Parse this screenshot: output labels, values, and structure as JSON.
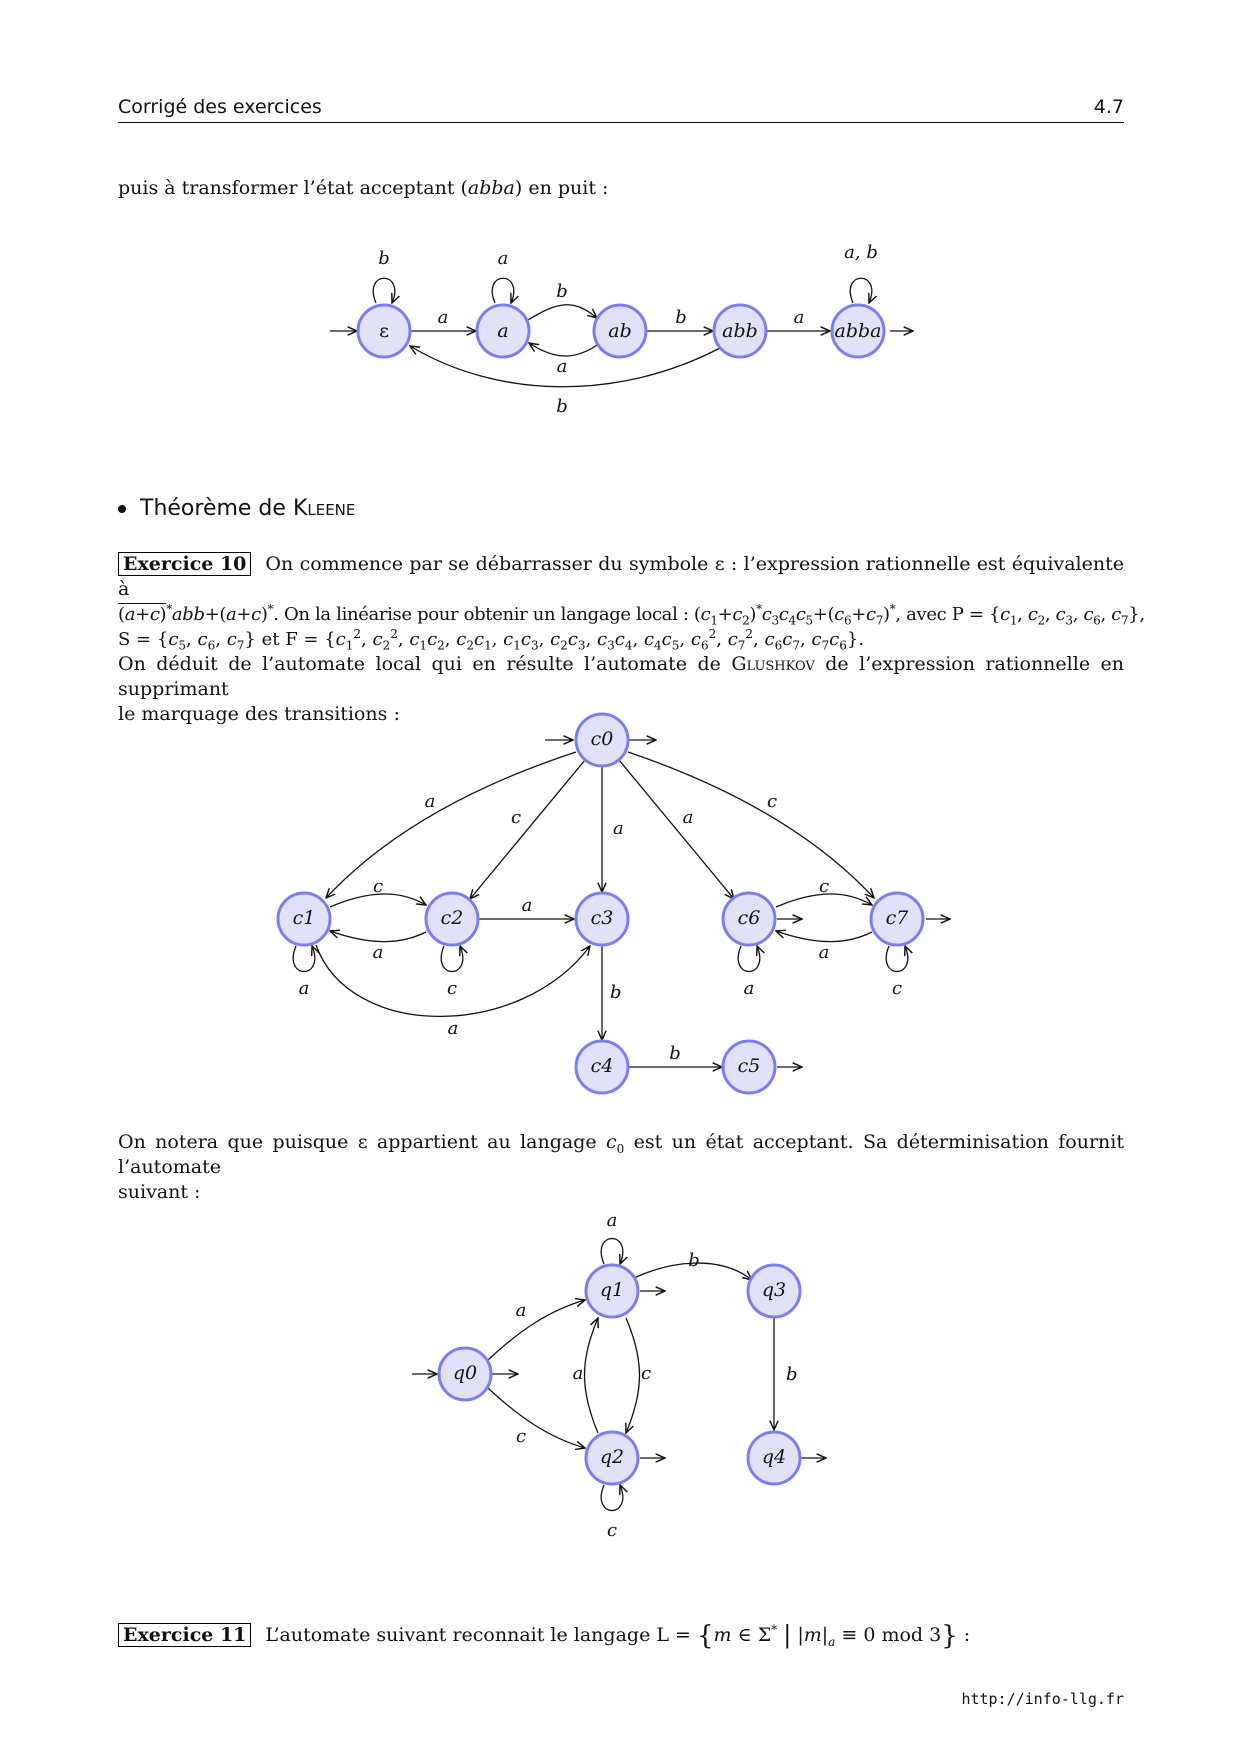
{
  "header": {
    "title": "Corrigé des exercices",
    "page_number": "4.7"
  },
  "intro_text": "puis à transformer l’état acceptant (abba) en puit :",
  "automaton1": {
    "states": [
      "ε",
      "a",
      "ab",
      "abb",
      "abba"
    ],
    "edge_labels": {
      "loop_eps": "b",
      "loop_a": "a",
      "loop_abba": "a, b",
      "eps_a": "a",
      "a_ab": "b",
      "ab_a": "a",
      "ab_abb": "b",
      "abb_abba": "a",
      "abb_eps": "b"
    }
  },
  "section": {
    "prefix": "Théorème de ",
    "name": "Kleene"
  },
  "exercise10": {
    "label": "Exercice 10",
    "line1": "On commence par se débarrasser du symbole ε : l’expression rationnelle est équivalente à",
    "line2_pre": "(a+c)*abb+(a+c)*. On la linéarise pour obtenir un langage local : (c1+c2)*c3c4c5+(c6+c7)*, avec P = {c1, c2, c3, c6, c7},",
    "line3": "S = {c5, c6, c7} et F = {c1², c2², c1c2, c2c1, c1c3, c2c3, c3c4, c4c5, c6², c7², c6c7, c7c6}.",
    "para2_pre": "On déduit de l’automate local qui en résulte l’automate de ",
    "para2_name": "Glushkov",
    "para2_post": " de l’expression rationnelle en supprimant le marquage des transitions :"
  },
  "automaton2": {
    "states": [
      "c0",
      "c1",
      "c2",
      "c3",
      "c4",
      "c5",
      "c6",
      "c7"
    ],
    "edge_labels": {
      "c0_c1": "a",
      "c0_c2": "c",
      "c0_c3": "a",
      "c0_c6": "a",
      "c0_c7": "c",
      "c1_c2": "c",
      "c2_c1": "a",
      "c2_c3": "a",
      "c1_c3": "a",
      "c3_c4": "b",
      "c4_c5": "b",
      "c6_c7": "c",
      "c7_c6": "a",
      "loop_c1": "a",
      "loop_c2": "c",
      "loop_c6": "a",
      "loop_c7": "c"
    }
  },
  "para3": "On notera que puisque ε appartient au langage c0 est un état acceptant. Sa déterminisation fournit l’automate suivant :",
  "automaton3": {
    "states": [
      "q0",
      "q1",
      "q2",
      "q3",
      "q4"
    ],
    "edge_labels": {
      "loop_q1": "a",
      "loop_q2": "c",
      "q0_q1": "a",
      "q0_q2": "c",
      "q2_q1": "a",
      "q1_q2": "c",
      "q1_q3": "b",
      "q3_q4": "b"
    }
  },
  "exercise11": {
    "label": "Exercice 11",
    "text": "L’automate suivant reconnait le langage L = {m ∈ Σ* | |m|a ≡ 0 mod 3} :"
  },
  "footer": {
    "url": "http://info-llg.fr"
  }
}
